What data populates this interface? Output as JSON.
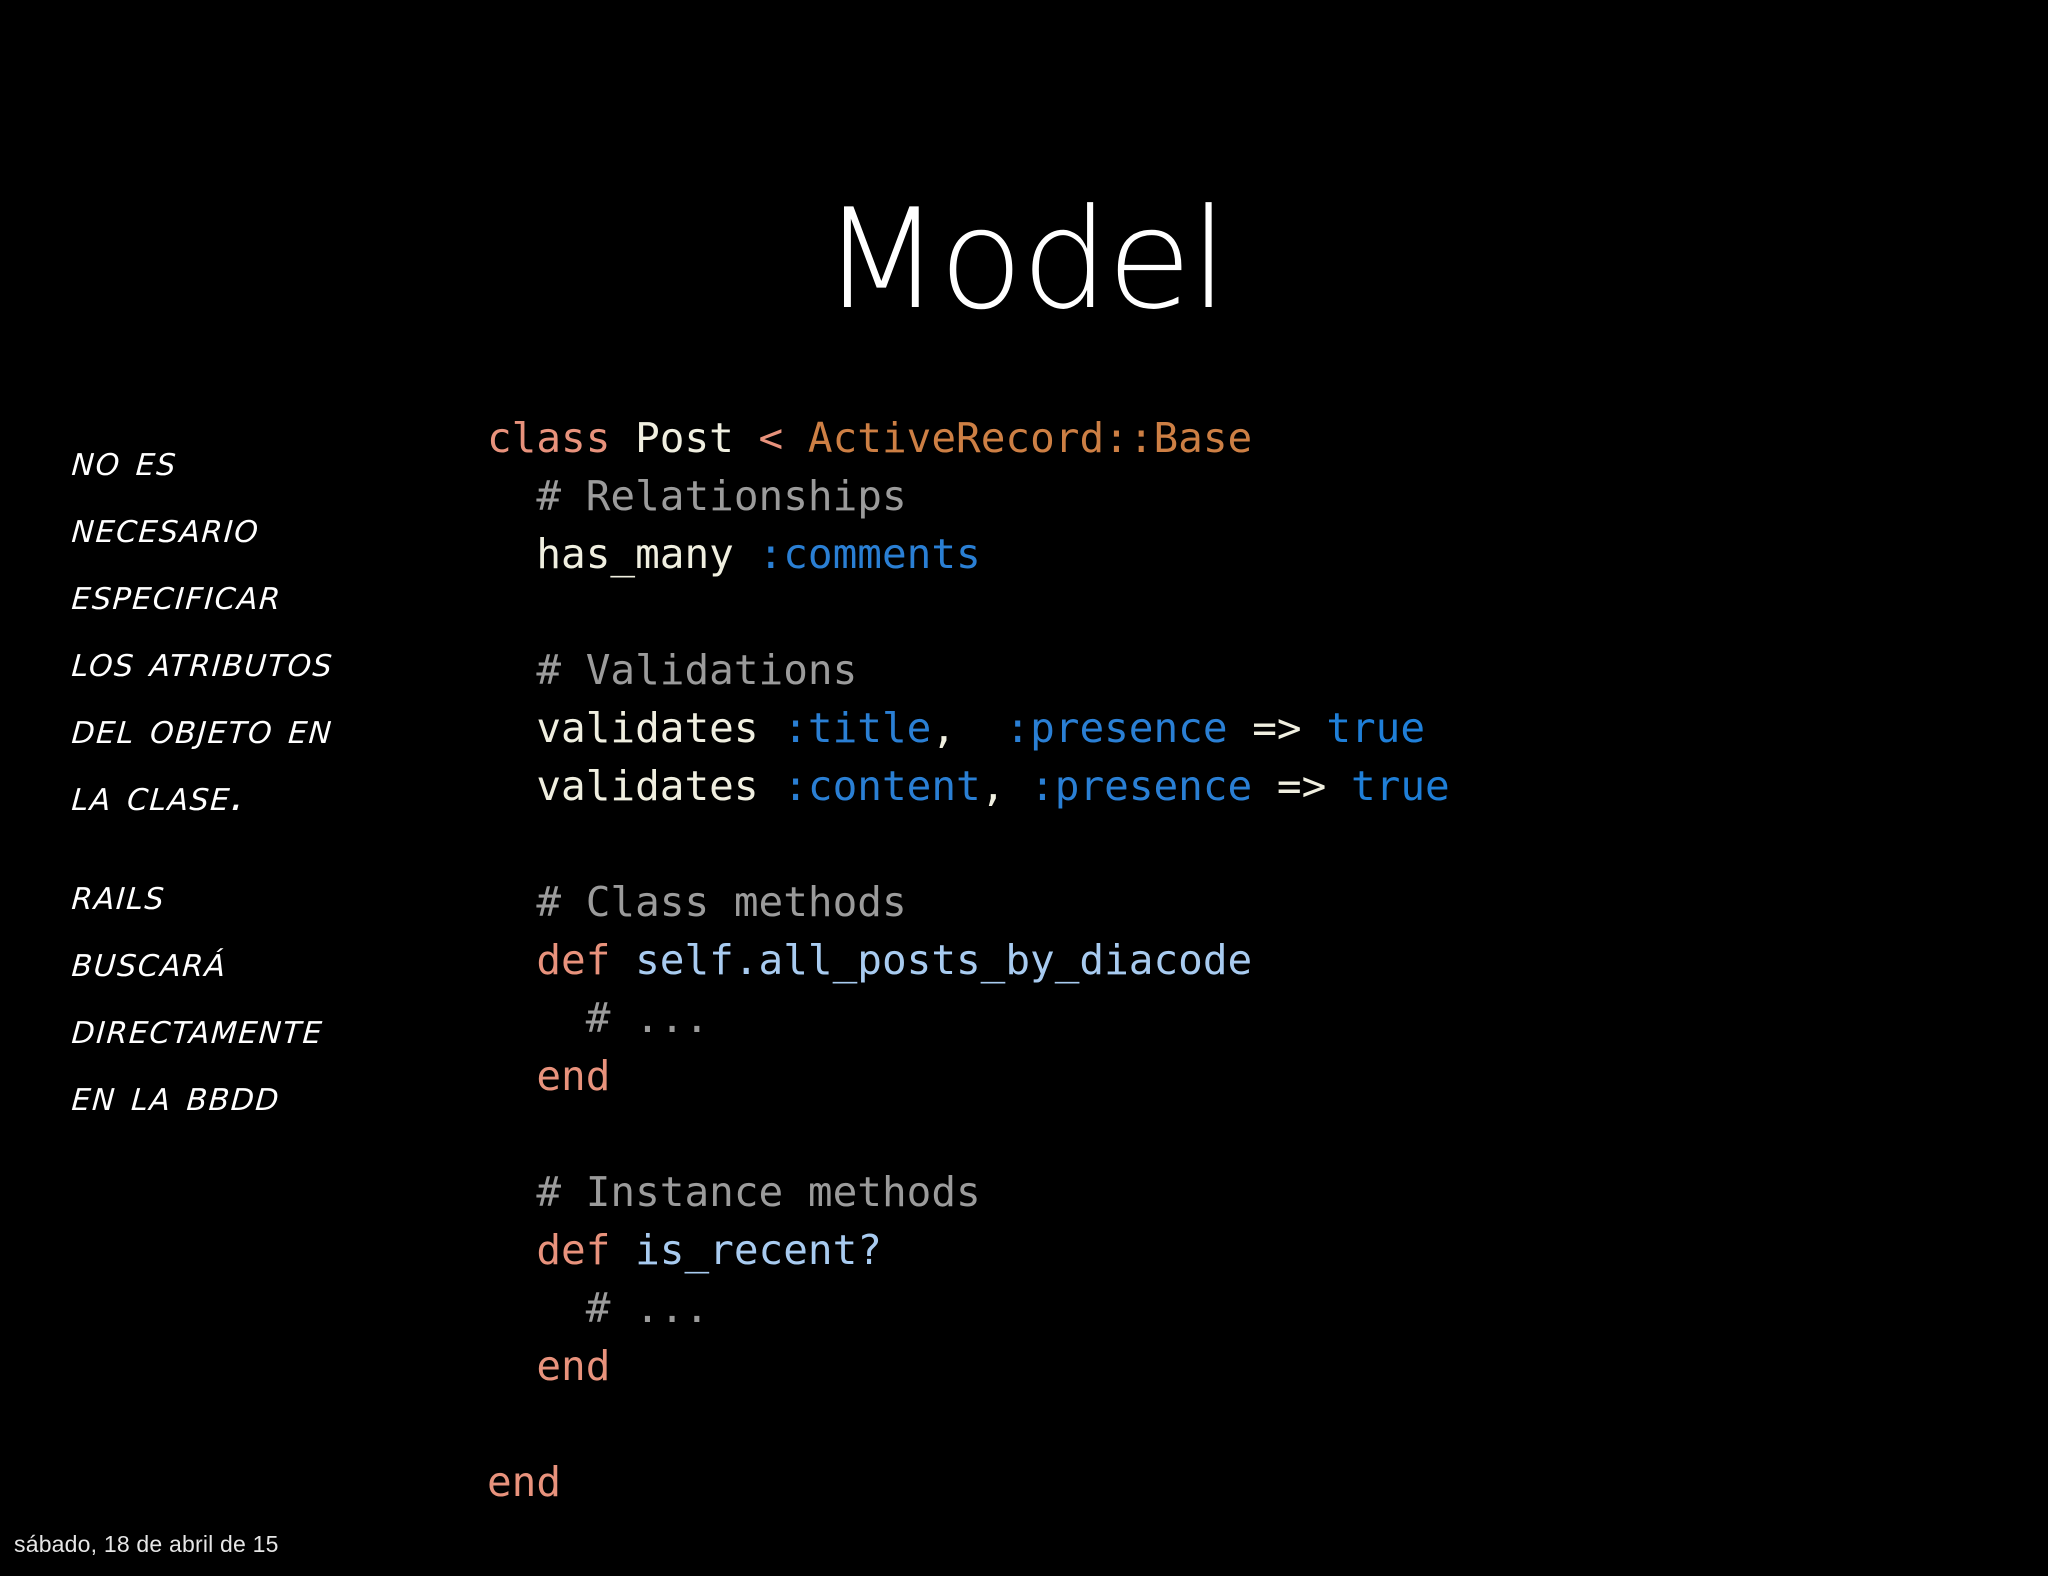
{
  "slide": {
    "background_color": "#000000",
    "title": "Model",
    "footer_date": "sábado, 18 de abril de 15"
  },
  "annotations": {
    "note_1": {
      "lines": [
        "No es",
        "necesario",
        "especificar",
        "los atributos",
        "del objeto en",
        "la clase."
      ]
    },
    "note_2": {
      "lines": [
        "Rails",
        "buscará",
        "directamente",
        "en la BBDD"
      ]
    }
  },
  "code": {
    "language": "ruby",
    "colors": {
      "keyword": "#e8927c",
      "class_name": "#f0efe0",
      "constant": "#cd7f44",
      "comment": "#9b9b9b",
      "identifier": "#f0efe0",
      "symbol": "#2a7fd4",
      "value": "#1f7fd8",
      "method": "#a8cbf0"
    },
    "lines": [
      {
        "id": "l01",
        "tokens": [
          {
            "t": "class",
            "c": "keyword"
          },
          {
            "t": " ",
            "c": "plain"
          },
          {
            "t": "Post",
            "c": "class_name"
          },
          {
            "t": " ",
            "c": "plain"
          },
          {
            "t": "<",
            "c": "keyword"
          },
          {
            "t": " ",
            "c": "plain"
          },
          {
            "t": "ActiveRecord::Base",
            "c": "constant"
          }
        ]
      },
      {
        "id": "l02",
        "tokens": [
          {
            "t": "  # Relationships",
            "c": "comment"
          }
        ]
      },
      {
        "id": "l03",
        "tokens": [
          {
            "t": "  has_many ",
            "c": "identifier"
          },
          {
            "t": ":comments",
            "c": "symbol"
          }
        ]
      },
      {
        "id": "l04",
        "tokens": [
          {
            "t": " ",
            "c": "plain"
          }
        ]
      },
      {
        "id": "l05",
        "tokens": [
          {
            "t": "  # Validations",
            "c": "comment"
          }
        ]
      },
      {
        "id": "l06",
        "tokens": [
          {
            "t": "  validates ",
            "c": "identifier"
          },
          {
            "t": ":title",
            "c": "symbol"
          },
          {
            "t": ",  ",
            "c": "identifier"
          },
          {
            "t": ":presence",
            "c": "symbol"
          },
          {
            "t": " => ",
            "c": "identifier"
          },
          {
            "t": "true",
            "c": "value"
          }
        ]
      },
      {
        "id": "l07",
        "tokens": [
          {
            "t": "  validates ",
            "c": "identifier"
          },
          {
            "t": ":content",
            "c": "symbol"
          },
          {
            "t": ", ",
            "c": "identifier"
          },
          {
            "t": ":presence",
            "c": "symbol"
          },
          {
            "t": " => ",
            "c": "identifier"
          },
          {
            "t": "true",
            "c": "value"
          }
        ]
      },
      {
        "id": "l08",
        "tokens": [
          {
            "t": " ",
            "c": "plain"
          }
        ]
      },
      {
        "id": "l09",
        "tokens": [
          {
            "t": "  # Class methods",
            "c": "comment"
          }
        ]
      },
      {
        "id": "l10",
        "tokens": [
          {
            "t": "  def ",
            "c": "keyword"
          },
          {
            "t": "self.all_posts_by_diacode",
            "c": "method"
          }
        ]
      },
      {
        "id": "l11",
        "tokens": [
          {
            "t": "    # ...",
            "c": "comment"
          }
        ]
      },
      {
        "id": "l12",
        "tokens": [
          {
            "t": "  end",
            "c": "keyword"
          }
        ]
      },
      {
        "id": "l13",
        "tokens": [
          {
            "t": " ",
            "c": "plain"
          }
        ]
      },
      {
        "id": "l14",
        "tokens": [
          {
            "t": "  # Instance methods",
            "c": "comment"
          }
        ]
      },
      {
        "id": "l15",
        "tokens": [
          {
            "t": "  def ",
            "c": "keyword"
          },
          {
            "t": "is_recent?",
            "c": "method"
          }
        ]
      },
      {
        "id": "l16",
        "tokens": [
          {
            "t": "    # ...",
            "c": "comment"
          }
        ]
      },
      {
        "id": "l17",
        "tokens": [
          {
            "t": "  end",
            "c": "keyword"
          }
        ]
      },
      {
        "id": "l18",
        "tokens": [
          {
            "t": " ",
            "c": "plain"
          }
        ]
      },
      {
        "id": "l19",
        "tokens": [
          {
            "t": "end",
            "c": "keyword"
          }
        ]
      }
    ]
  }
}
